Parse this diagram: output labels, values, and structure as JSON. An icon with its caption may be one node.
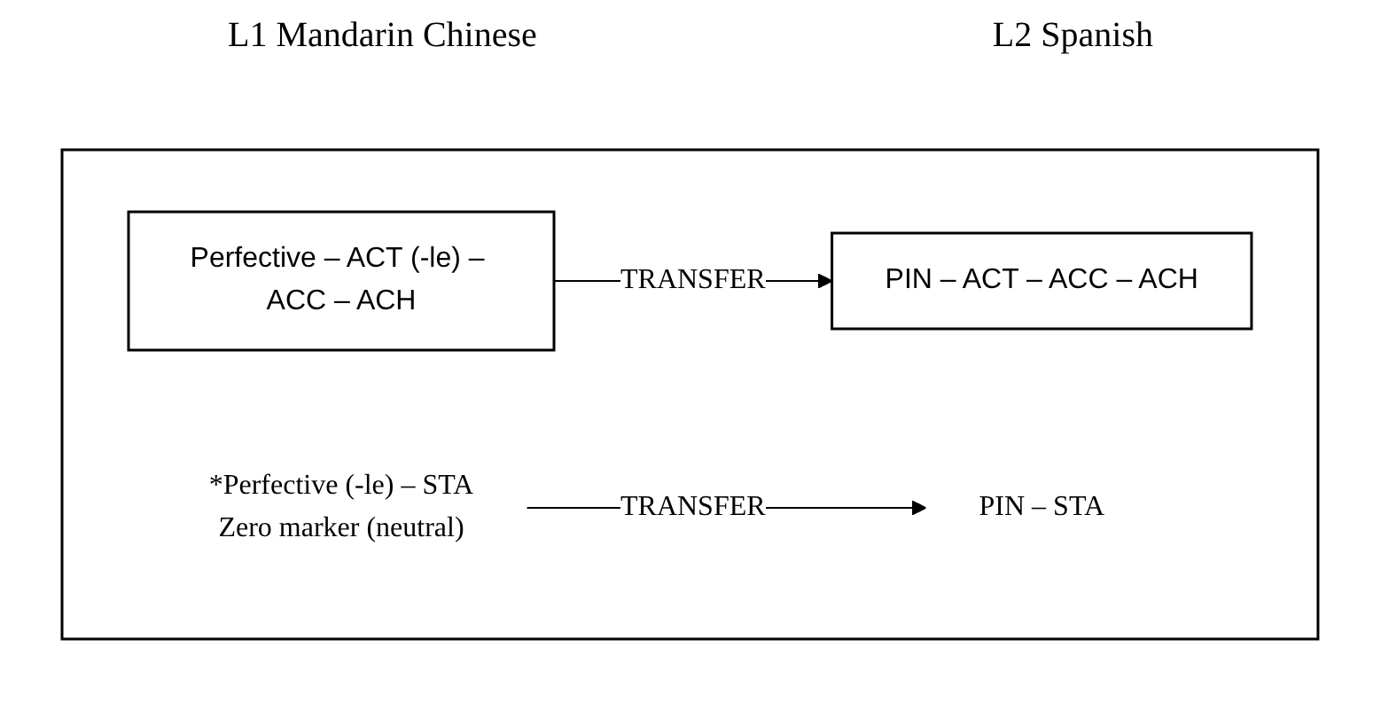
{
  "diagram": {
    "nodes": [
      {
        "text": [],
        "shape": "box"
      },
      {
        "text": [
          "Perfective – ACT (-le) – ACC – ACH"
        ],
        "in": 0
      },
      {
        "text": [
          "PIN – ACT – ACC – ACH"
        ],
        "in": 0
      },
      {
        "text": [
          "*Perfective (-le) – STA",
          "Zero marker (neutral)"
        ],
        "in": 0
      },
      {
        "text": [
          "PIN – STA"
        ],
        "in": 0
      }
    ],
    "edges": [
      {
        "from": 1,
        "to": 2,
        "arrow": "to",
        "label": "TRANSFER"
      },
      {
        "from": 3,
        "to": 4,
        "arrow": "to",
        "label": "TRANSFER"
      }
    ],
    "labels": [
      "L1 Mandarin Chinese",
      "L2 Spanish"
    ]
  }
}
